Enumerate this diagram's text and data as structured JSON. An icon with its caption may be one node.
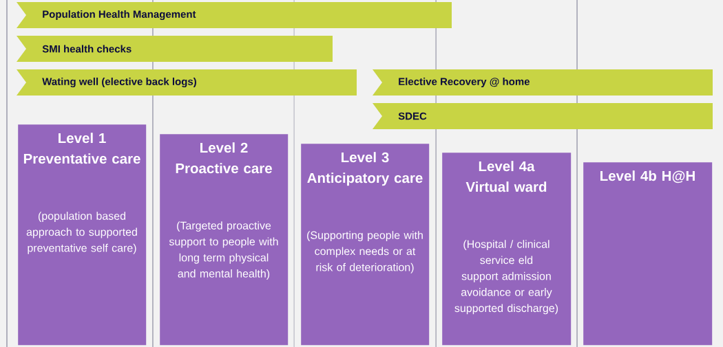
{
  "diagram": {
    "nodes": [
      {
        "text": [
          "Population Health Management"
        ]
      },
      {
        "text": [
          "SMI health checks"
        ]
      },
      {
        "text": [
          "Wating well (elective back logs)"
        ]
      },
      {
        "text": [
          "Elective Recovery @ home"
        ]
      },
      {
        "text": [
          "SDEC"
        ]
      },
      {
        "text": [
          "Level 1 Preventative care",
          "(population based approach to supported preventative self care)"
        ]
      },
      {
        "text": [
          "Level 2 Proactive care",
          "(Targeted proactive support to people with long term physical and mental health)"
        ]
      },
      {
        "text": [
          "Level 3 Anticipatory care",
          "(Supporting people with complex needs or at risk of deterioration)"
        ]
      },
      {
        "text": [
          "Level 4a Virtual ward",
          "(Hospital / clinical service eld support admission avoidance or early supported discharge)"
        ]
      },
      {
        "text": [
          "Level 4b H@H"
        ]
      }
    ]
  }
}
